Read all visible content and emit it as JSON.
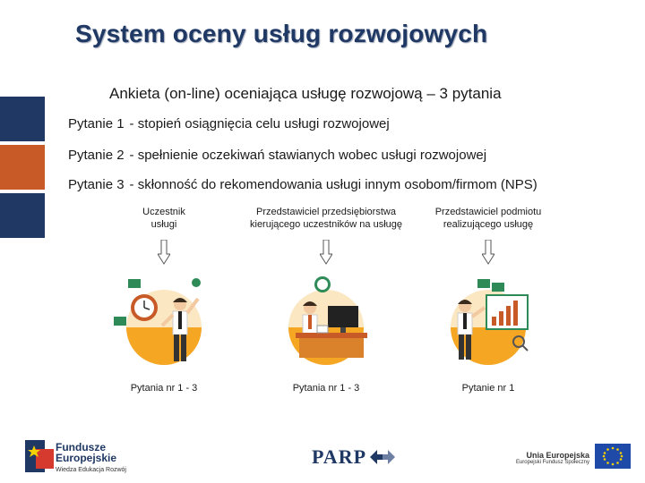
{
  "title": "System oceny usług rozwojowych",
  "subtitle": "Ankieta (on-line) oceniająca usługę rozwojową – 3 pytania",
  "questions": [
    {
      "label": "Pytanie 1",
      "text": "- stopień osiągnięcia celu usługi rozwojowej"
    },
    {
      "label": "Pytanie 2",
      "text": "- spełnienie oczekiwań stawianych wobec usługi rozwojowej"
    },
    {
      "label": "Pytanie 3",
      "text": "- skłonność do rekomendowania usługi innym osobom/firmom (NPS)"
    }
  ],
  "columns": [
    {
      "head_line1": "Uczestnik",
      "head_line2": "usługi",
      "footer": "Pytania nr 1 - 3"
    },
    {
      "head_line1": "Przedstawiciel przedsiębiorstwa",
      "head_line2": "kierującego uczestników na usługę",
      "footer": "Pytania nr 1 - 3"
    },
    {
      "head_line1": "Przedstawiciel podmiotu",
      "head_line2": "realizującego usługę",
      "footer": "Pytanie nr 1"
    }
  ],
  "logos": {
    "fe_line1": "Fundusze",
    "fe_line2": "Europejskie",
    "fe_line3": "Wiedza Edukacja Rozwój",
    "parp": "PARP",
    "ue_title": "Unia Europejska",
    "ue_sub": "Europejski Fundusz Społeczny"
  },
  "colors": {
    "title": "#1f3864",
    "sidebar_blue": "#1f3864",
    "sidebar_orange": "#c85a27",
    "accent_orange": "#f5a623"
  }
}
